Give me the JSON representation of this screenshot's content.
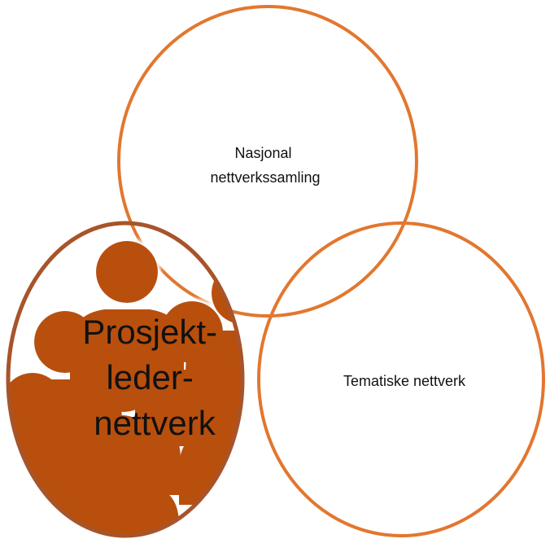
{
  "diagram": {
    "circles": {
      "top": {
        "lines": [
          "Nasjonal",
          "nettverkssamling"
        ]
      },
      "right": {
        "lines": [
          "Tematiske nettverk"
        ]
      },
      "left": {
        "lines": [
          "Prosjekt-",
          "leder-",
          "nettverk"
        ]
      }
    },
    "icons": {
      "people": "people-group-icon"
    },
    "colors": {
      "outline": "#E2772F",
      "left_outline": "#A8542A",
      "people_fill": "#B9500F",
      "people_glow": "#ffffff",
      "text": "#111111",
      "background": "#ffffff"
    }
  }
}
